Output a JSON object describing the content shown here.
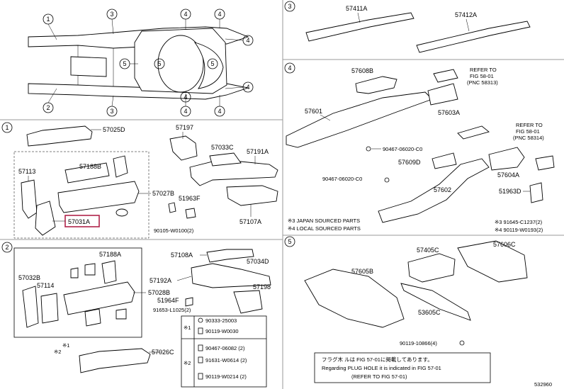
{
  "sections": {
    "s1": "1",
    "s2": "2",
    "s3": "3",
    "s4": "4",
    "s5": "5"
  },
  "overview": {
    "callouts": [
      {
        "n": "1"
      },
      {
        "n": "2"
      },
      {
        "n": "3"
      },
      {
        "n": "3"
      },
      {
        "n": "4"
      },
      {
        "n": "4"
      },
      {
        "n": "4"
      },
      {
        "n": "4"
      },
      {
        "n": "4"
      },
      {
        "n": "4"
      },
      {
        "n": "4"
      },
      {
        "n": "5"
      },
      {
        "n": "5"
      },
      {
        "n": "5"
      }
    ]
  },
  "sec1": {
    "labels": {
      "p57025D": "57025D",
      "p57197": "57197",
      "p57113": "57113",
      "p57188B": "57188B",
      "p57033C": "57033C",
      "p57191A": "57191A",
      "p57027B": "57027B",
      "p51963F": "51963F",
      "p57031A": "57031A",
      "p90105": "90105-W0100(2)",
      "p57107A": "57107A"
    }
  },
  "sec2": {
    "labels": {
      "p57188A": "57188A",
      "p57108A": "57108A",
      "p57034D": "57034D",
      "p57032B": "57032B",
      "p57114": "57114",
      "p57192A": "57192A",
      "p57028B": "57028B",
      "p57198": "57198",
      "p51964F": "51964F",
      "p91653": "91653-L1025(2)",
      "p57026C": "57026C",
      "x1": "※1",
      "x2": "※2"
    },
    "table": [
      {
        "mark": "※1",
        "code": "90333-25003"
      },
      {
        "mark": "",
        "code": "90119-W0030"
      },
      {
        "mark": "※2",
        "code": "90467-06082 (2)"
      },
      {
        "mark": "",
        "code": "91631-W0614 (2)"
      },
      {
        "mark": "",
        "code": "90119-W0214 (2)"
      }
    ]
  },
  "sec3": {
    "labels": {
      "p57411A": "57411A",
      "p57412A": "57412A"
    }
  },
  "sec4": {
    "labels": {
      "p57608B": "57608B",
      "refer1a": "REFER TO",
      "refer1b": "FIG 58-01",
      "refer1c": "(PNC 58313)",
      "p57601": "57601",
      "p57603A": "57603A",
      "refer2a": "REFER TO",
      "refer2b": "FIG 58-01",
      "refer2c": "(PNC 58314)",
      "p90467a": "90467-06020-C0",
      "p57609D": "57609D",
      "p57604A": "57604A",
      "p90467b": "90467-06020-C0",
      "p57602": "57602",
      "p51963D": "51963D",
      "note3": "※3 JAPAN SOURCED PARTS",
      "note4": "※4 LOCAL SOURCED PARTS",
      "n91645": "※3 91645-C1237(2)",
      "n90119": "※4 90119-W0193(2)"
    }
  },
  "sec5": {
    "labels": {
      "p57405C": "57405C",
      "p57606C": "57606C",
      "p57605B": "57605B",
      "p53605C": "53605C",
      "p90119": "90119-10866(4)"
    },
    "footnote1": "フラグ木 ルは FIG 57-01に掲載してあります。",
    "footnote2": "Regarding PLUG HOLE it is indicated in FIG 57-01",
    "footnote3": "(REFER TO FIG 57-01)"
  },
  "catalog_code": "532960"
}
